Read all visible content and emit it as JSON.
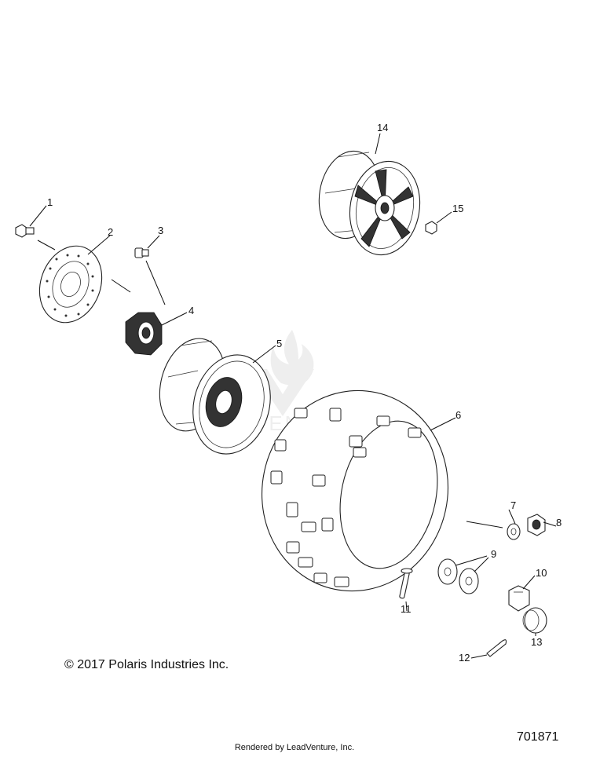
{
  "callouts": [
    "1",
    "2",
    "3",
    "4",
    "5",
    "6",
    "7",
    "8",
    "9",
    "10",
    "11",
    "12",
    "13",
    "14",
    "15"
  ],
  "watermark": "VENTURE",
  "copyright": "© 2017 Polaris Industries Inc.",
  "rendered_by": "Rendered by LeadVenture, Inc.",
  "diagram_number": "701871"
}
